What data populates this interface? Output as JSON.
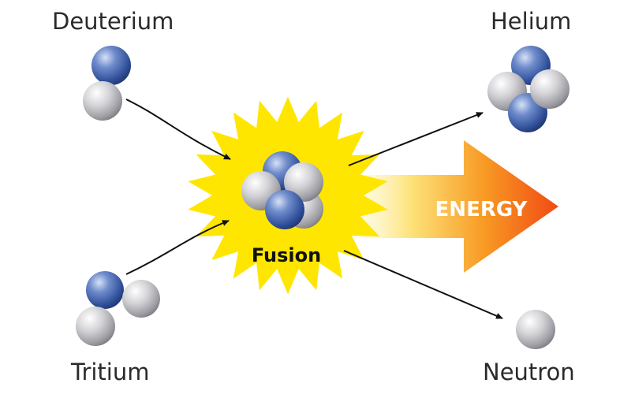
{
  "labels": {
    "deuterium": "Deuterium",
    "tritium": "Tritium",
    "helium": "Helium",
    "neutron": "Neutron",
    "fusion": "Fusion",
    "energy": "ENERGY"
  },
  "colors": {
    "proton": "#3f5fa8",
    "neutron": "#c8c8cc",
    "burst": "#ffe600",
    "energy_arrow_start": "#fffbd0",
    "energy_arrow_end": "#f24a14"
  }
}
